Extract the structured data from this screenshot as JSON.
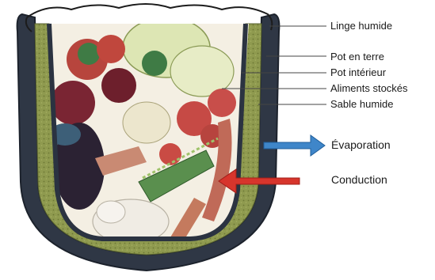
{
  "labels": {
    "cloth": "Linge humide",
    "outer_pot": "Pot en terre",
    "inner_pot": "Pot intérieur",
    "food": "Aliments stockés",
    "sand": "Sable humide",
    "evaporation": "Évaporation",
    "conduction": "Conduction"
  },
  "colors": {
    "pot_outline": "#2b3341",
    "sand": "#8f9a4f",
    "sand_dots": "#6f7a36",
    "evaporation_arrow": "#3f86c9",
    "conduction_arrow": "#d7352c"
  }
}
